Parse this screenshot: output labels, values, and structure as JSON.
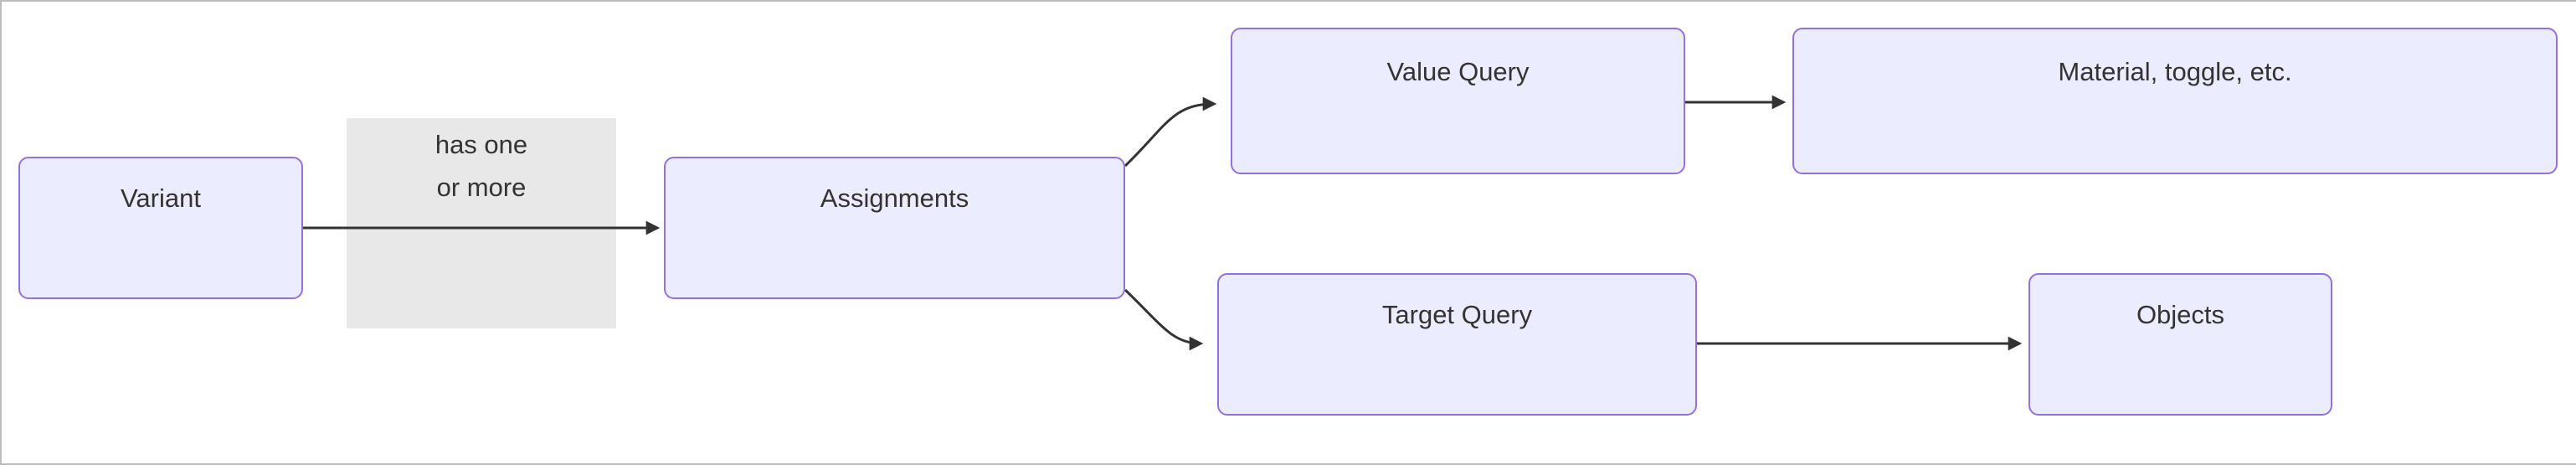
{
  "diagram": {
    "type": "flowchart",
    "direction": "left-to-right",
    "nodes": {
      "variant": {
        "label": "Variant"
      },
      "assignments": {
        "label": "Assignments"
      },
      "value_query": {
        "label": "Value Query"
      },
      "material": {
        "label": "Material, toggle, etc."
      },
      "target_query": {
        "label": "Target Query"
      },
      "objects": {
        "label": "Objects"
      }
    },
    "edge_label": {
      "line1": "has one",
      "line2": "or more"
    },
    "edges": [
      {
        "from": "variant",
        "to": "assignments",
        "label": "has one or more"
      },
      {
        "from": "assignments",
        "to": "value_query",
        "label": ""
      },
      {
        "from": "value_query",
        "to": "material",
        "label": ""
      },
      {
        "from": "assignments",
        "to": "target_query",
        "label": ""
      },
      {
        "from": "target_query",
        "to": "objects",
        "label": ""
      }
    ],
    "colors": {
      "node_fill": "#ECECFF",
      "node_border": "#9370DB",
      "edge_label_background": "#e8e8e8",
      "edge_stroke": "#333333",
      "text": "#333333",
      "frame_border": "#bdbdbd"
    }
  }
}
